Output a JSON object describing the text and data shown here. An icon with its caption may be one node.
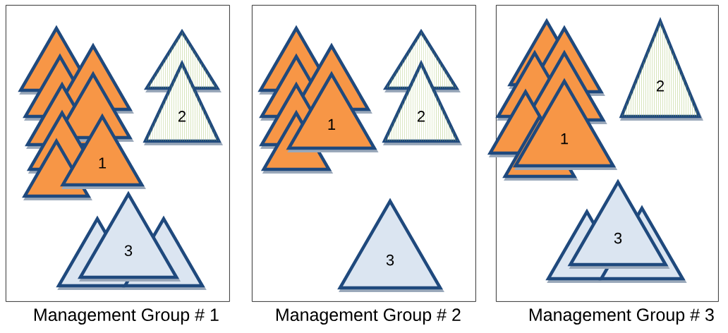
{
  "diagram": {
    "nodes": [
      {
        "text": [
          "Management Group # 1"
        ]
      },
      {
        "text": [
          "1"
        ],
        "in": 0
      },
      {
        "text": [
          "2"
        ],
        "in": 0
      },
      {
        "text": [
          "3"
        ],
        "in": 0
      },
      {
        "text": [
          "Management Group # 2"
        ]
      },
      {
        "text": [
          "1"
        ],
        "in": 4
      },
      {
        "text": [
          "2"
        ],
        "in": 4
      },
      {
        "text": [
          "3"
        ],
        "in": 4
      },
      {
        "text": [
          "Management Group # 3"
        ]
      },
      {
        "text": [
          "1"
        ],
        "in": 8
      },
      {
        "text": [
          "2"
        ],
        "in": 8
      },
      {
        "text": [
          "3"
        ],
        "in": 8
      }
    ]
  }
}
